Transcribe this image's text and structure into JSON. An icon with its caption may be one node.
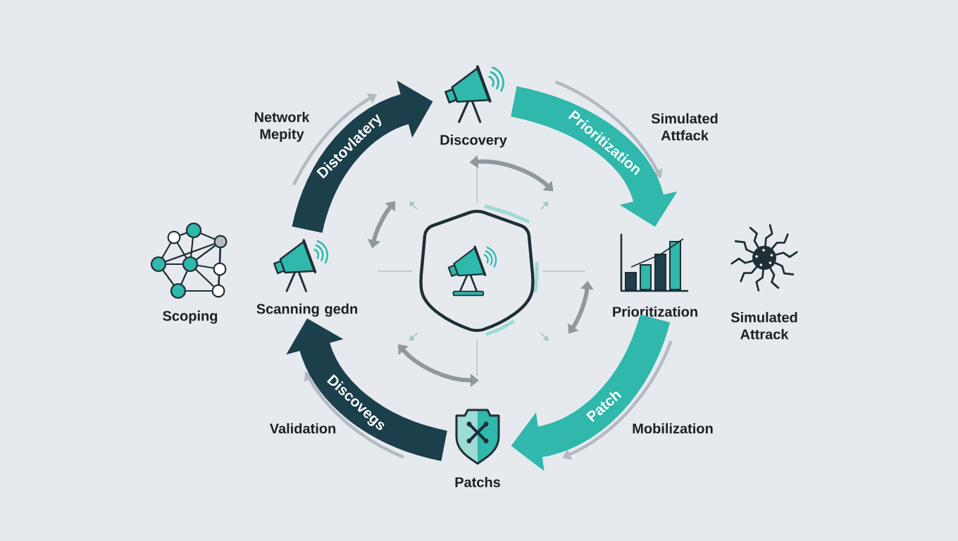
{
  "diagram": {
    "nodes": [
      {
        "text": [
          "Discovery"
        ]
      },
      {
        "text": [
          "Scoping"
        ]
      },
      {
        "text": [
          "Scanning gedn"
        ]
      },
      {
        "text": [],
        "shape": "picture"
      },
      {
        "text": [
          "Prioritization"
        ]
      },
      {
        "text": [
          "Simulated Attrack"
        ]
      },
      {
        "text": [
          "Patchs"
        ]
      }
    ],
    "edges": [
      {
        "from": 2,
        "to": 0,
        "arrow": "to",
        "label": "Distovlatery",
        "color": "#1b3f4b"
      },
      {
        "from": 0,
        "to": 4,
        "arrow": "to",
        "label": "Prioritization",
        "color": "#2fb8ab"
      },
      {
        "from": 4,
        "to": 6,
        "arrow": "to",
        "label": "Patch",
        "color": "#2fb8ab"
      },
      {
        "from": 6,
        "to": 2,
        "arrow": "to",
        "label": "Discovegs",
        "color": "#1b3f4b"
      }
    ],
    "labels": [
      "Network Mepity",
      "Simulated Attfack",
      "Validation",
      "Mobilization"
    ]
  }
}
